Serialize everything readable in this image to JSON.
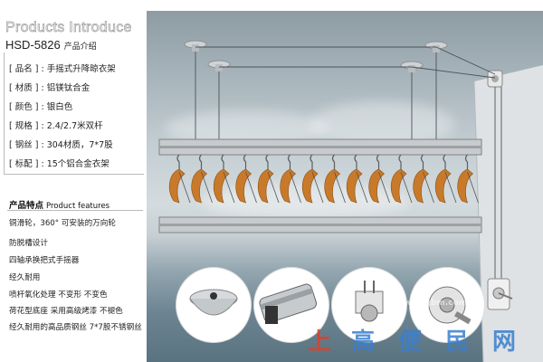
{
  "header": {
    "title": "Products Introduce",
    "model": "HSD-5826",
    "model_sub": "产品介绍"
  },
  "specs": [
    "[ 品名 ] : 手摇式升降晾衣架",
    "[ 材质 ] : 铝镁钛合金",
    "[ 颜色 ] : 银白色",
    "[ 规格 ] : 2.4/2.7米双杆",
    "[ 钢丝 ] : 304材质，7*7股",
    "[ 标配 ] : 15个铝合金衣架"
  ],
  "features": {
    "title": "产品特点",
    "title_en": "Product features",
    "items": [
      "铜滑轮，360° 可安装的万向轮",
      "防脱槽设计",
      "四轴承换把式手摇器",
      "经久耐用",
      "喷杆氧化处理  不变形  不变色",
      "荷花型底座  采用高级烤漆  不褪色",
      "经久耐用的高品质钢丝  7*7股不锈钢丝"
    ]
  },
  "watermark": {
    "chars": [
      "上",
      "高",
      "便",
      "民",
      "网"
    ],
    "faint": "www.shgbm.com"
  },
  "colors": {
    "hanger_orange": "#c87a2a",
    "watermark_red": "#e0402a",
    "watermark_blue": "#3a7fd0"
  }
}
